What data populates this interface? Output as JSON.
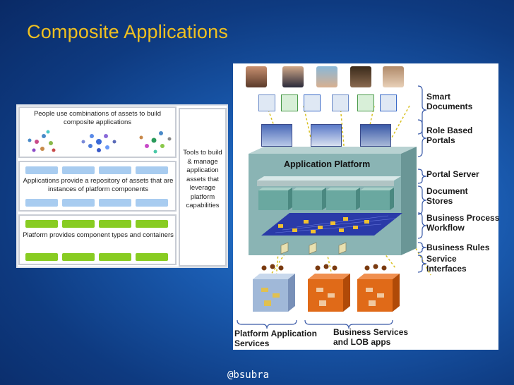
{
  "title": "Composite Applications",
  "footer": "@bsubra",
  "left_panel": {
    "section1": "People use combinations of assets to build composite applications",
    "section2": "Applications provide a repository of assets that are instances of platform components",
    "section3": "Platform provides component types and containers",
    "tools": "Tools to build & manage application assets that leverage platform capabilities"
  },
  "diagram": {
    "platform_label": "Application Platform",
    "right_labels": {
      "smart_documents": "Smart Documents",
      "role_portals": "Role Based Portals",
      "portal_server": "Portal Server",
      "document_stores": "Document Stores",
      "business_process": "Business Process Workflow",
      "business_rules": "Business Rules",
      "service_interfaces": "Service Interfaces"
    },
    "bottom_labels": {
      "platform_services": "Platform Application Services",
      "business_services": "Business Services and LOB apps"
    },
    "colors": {
      "platform_teal": "#8ab4b4",
      "workflow_blue": "#2a3aa8",
      "lob_orange": "#e06a18",
      "service_blue": "#a0b8d8"
    }
  }
}
